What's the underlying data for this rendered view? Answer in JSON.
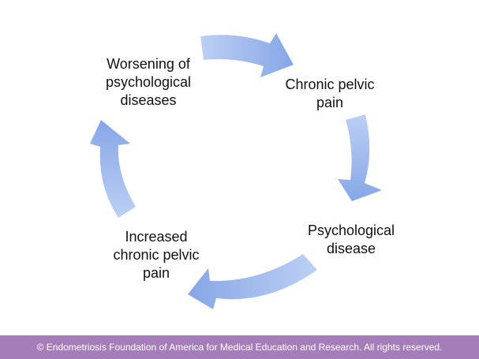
{
  "diagram": {
    "nodes": [
      {
        "id": "worsening",
        "lines": [
          "Worsening of",
          "psychological",
          "diseases"
        ]
      },
      {
        "id": "chronic",
        "lines": [
          "Chronic pelvic",
          "pain"
        ]
      },
      {
        "id": "psychological",
        "lines": [
          "Psychological",
          "disease"
        ]
      },
      {
        "id": "increased",
        "lines": [
          "Increased",
          "chronic pelvic",
          "pain"
        ]
      }
    ],
    "edges": [
      {
        "from": "worsening",
        "to": "chronic"
      },
      {
        "from": "chronic",
        "to": "psychological"
      },
      {
        "from": "psychological",
        "to": "increased"
      },
      {
        "from": "increased",
        "to": "worsening"
      }
    ],
    "colors": {
      "arrow_light": "#b6ccf2",
      "arrow_dark": "#7fa0e4",
      "text": "#111111"
    }
  },
  "footer": {
    "text": "© Endometriosis Foundation of America for Medical Education and Research. All rights reserved.",
    "background": "#a57db8"
  }
}
